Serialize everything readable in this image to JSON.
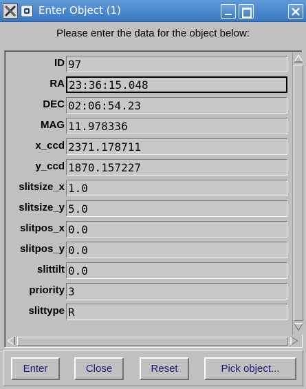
{
  "window": {
    "title": "Enter Object (1)"
  },
  "heading": "Please enter the data for the object below:",
  "fields": [
    {
      "label": "ID",
      "value": "97"
    },
    {
      "label": "RA",
      "value": "23:36:15.048"
    },
    {
      "label": "DEC",
      "value": "02:06:54.23"
    },
    {
      "label": "MAG",
      "value": "11.978336"
    },
    {
      "label": "x_ccd",
      "value": "2371.178711"
    },
    {
      "label": "y_ccd",
      "value": "1870.157227"
    },
    {
      "label": "slitsize_x",
      "value": "1.0"
    },
    {
      "label": "slitsize_y",
      "value": "5.0"
    },
    {
      "label": "slitpos_x",
      "value": "0.0"
    },
    {
      "label": "slitpos_y",
      "value": "0.0"
    },
    {
      "label": "slittilt",
      "value": "0.0"
    },
    {
      "label": "priority",
      "value": "3"
    },
    {
      "label": "slittype",
      "value": "R"
    }
  ],
  "buttons": {
    "enter": "Enter",
    "close": "Close",
    "reset": "Reset",
    "pick": "Pick object..."
  },
  "colors": {
    "titlebar": "#4a86cc",
    "window_bg": "#c0c0c0",
    "button_text": "#1a1a78"
  }
}
